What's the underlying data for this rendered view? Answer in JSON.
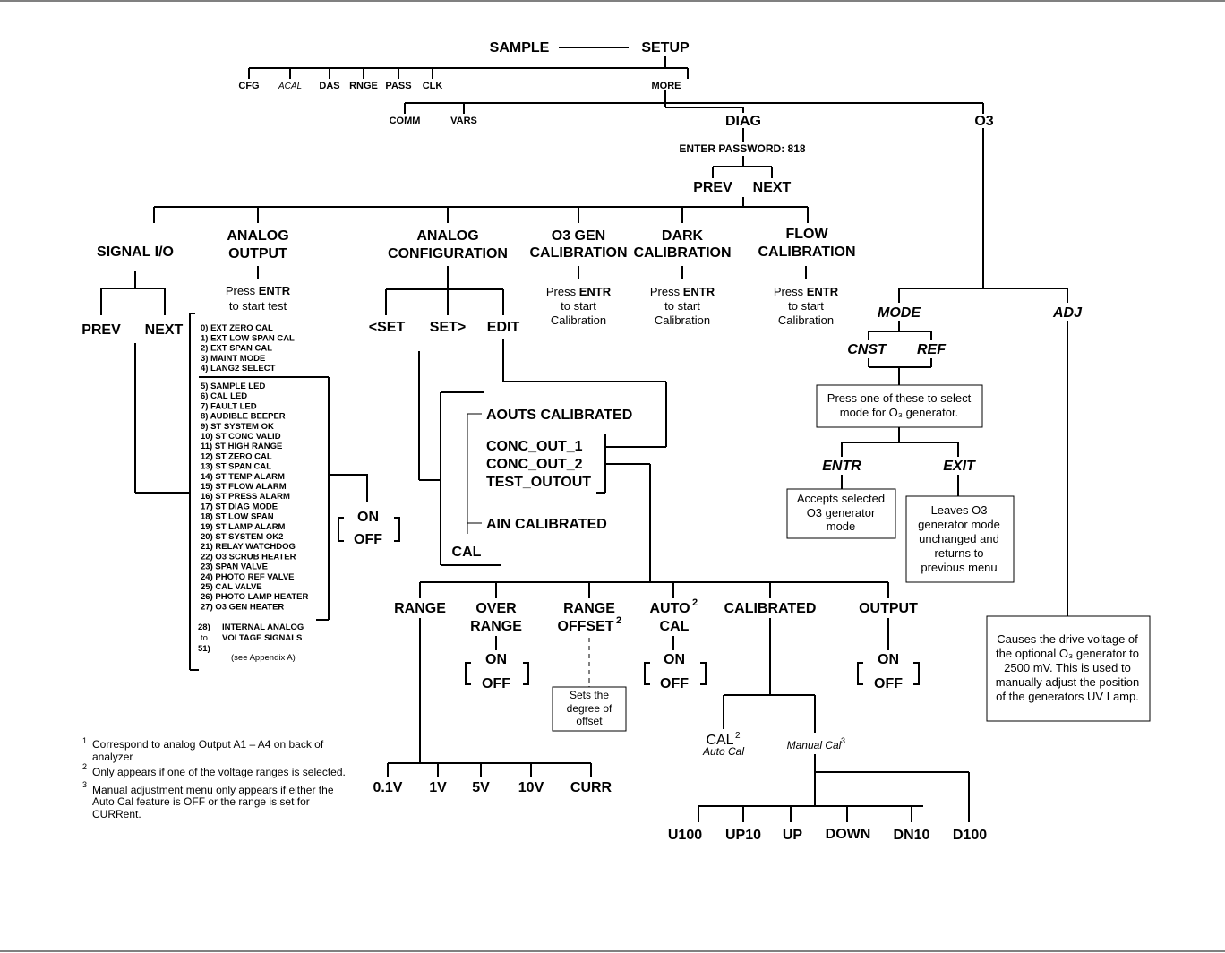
{
  "top": {
    "sample": "SAMPLE",
    "setup": "SETUP",
    "more": "MORE"
  },
  "setup_items": [
    "CFG",
    "ACAL",
    "DAS",
    "RNGE",
    "PASS",
    "CLK"
  ],
  "more_items": {
    "comm": "COMM",
    "vars": "VARS",
    "diag": "DIAG",
    "o3": "O3"
  },
  "diag": {
    "password": "ENTER PASSWORD: 818",
    "prev": "PREV",
    "next": "NEXT",
    "signal_io": "SIGNAL I/O",
    "analog_output": [
      "ANALOG",
      "OUTPUT"
    ],
    "analog_config": [
      "ANALOG",
      "CONFIGURATION"
    ],
    "o3gen_cal": [
      "O3 GEN",
      "CALIBRATION"
    ],
    "dark_cal": [
      "DARK",
      "CALIBRATION"
    ],
    "flow_cal": [
      "FLOW",
      "CALIBRATION"
    ]
  },
  "press_entr": {
    "press": "Press",
    "entr": "ENTR",
    "to_start_test": "to start test",
    "to_start": "to start",
    "calibration": "Calibration"
  },
  "signal_prev_next": {
    "prev": "PREV",
    "next": "NEXT"
  },
  "signal_list_a": [
    "0) EXT ZERO CAL",
    "1) EXT LOW SPAN CAL",
    "2) EXT SPAN CAL",
    "3) MAINT MODE",
    "4) LANG2 SELECT"
  ],
  "signal_list_b": [
    "5) SAMPLE LED",
    "6) CAL LED",
    "7) FAULT LED",
    "8) AUDIBLE BEEPER",
    "9) ST SYSTEM OK",
    "10) ST CONC VALID",
    "11) ST HIGH RANGE",
    "12) ST ZERO CAL",
    "13) ST SPAN CAL",
    "14) ST TEMP ALARM",
    "15) ST FLOW ALARM",
    "16) ST PRESS ALARM",
    "17) ST DIAG MODE",
    "18) ST LOW SPAN",
    "19) ST LAMP ALARM",
    "20) ST SYSTEM OK2",
    "21) RELAY WATCHDOG",
    "22) O3 SCRUB HEATER",
    "23) SPAN VALVE",
    "24) PHOTO REF VALVE",
    "25) CAL VALVE",
    "26) PHOTO LAMP HEATER",
    "27) O3 GEN HEATER"
  ],
  "signal_internal": {
    "n28": "28)",
    "to": "to",
    "n51": "51)",
    "l1": "INTERNAL ANALOG",
    "l2": "VOLTAGE SIGNALS",
    "see": "(see Appendix A)"
  },
  "on_off": {
    "on": "ON",
    "off": "OFF"
  },
  "analog_config": {
    "set_prev": "<SET",
    "set_next": "SET>",
    "edit": "EDIT",
    "aouts": "AOUTS CALIBRATED",
    "conc1": "CONC_OUT_1",
    "conc2": "CONC_OUT_2",
    "testout": "TEST_OUTOUT",
    "ain": "AIN CALIBRATED",
    "cal": "CAL"
  },
  "conc_menu": {
    "range": "RANGE",
    "over_range": [
      "OVER",
      "RANGE"
    ],
    "range_offset": [
      "RANGE",
      "OFFSET"
    ],
    "auto_cal": [
      "AUTO",
      "CAL"
    ],
    "calibrated": "CALIBRATED",
    "output": "OUTPUT",
    "sup2": "2"
  },
  "offset_note": [
    "Sets the",
    "degree of",
    "offset"
  ],
  "ranges": [
    "0.1V",
    "1V",
    "5V",
    "10V",
    "CURR"
  ],
  "cal_sub": {
    "cal": "CAL",
    "sup2": "2",
    "auto_cal": "Auto Cal",
    "manual_cal": "Manual Cal",
    "sup3": "3"
  },
  "adjust": [
    "U100",
    "UP10",
    "UP",
    "DOWN",
    "DN10",
    "D100"
  ],
  "o3menu": {
    "mode": "MODE",
    "adj": "ADJ",
    "cnst": "CNST",
    "ref": "REF",
    "mode_note": [
      "Press one of these to select",
      "mode for O₃ generator."
    ],
    "entr": "ENTR",
    "exit": "EXIT",
    "entr_note": [
      "Accepts selected",
      "O3 generator",
      "mode"
    ],
    "exit_note": [
      "Leaves O3",
      "generator mode",
      "unchanged and",
      "returns to",
      "previous menu"
    ],
    "adj_note": [
      "Causes the drive voltage of",
      "the optional  O₃ generator  to",
      "2500 mV.  This is used to",
      "manually adjust the position",
      "of the generators UV Lamp."
    ]
  },
  "footnotes": [
    {
      "num": "1",
      "lines": [
        "Correspond to analog Output A1 – A4 on back of",
        "analyzer"
      ]
    },
    {
      "num": "2",
      "lines": [
        "Only appears if one of the voltage ranges is selected."
      ]
    },
    {
      "num": "3",
      "lines": [
        "Manual adjustment menu only appears if either the",
        "Auto Cal feature is OFF or the range is set for",
        "CURRent."
      ]
    }
  ]
}
